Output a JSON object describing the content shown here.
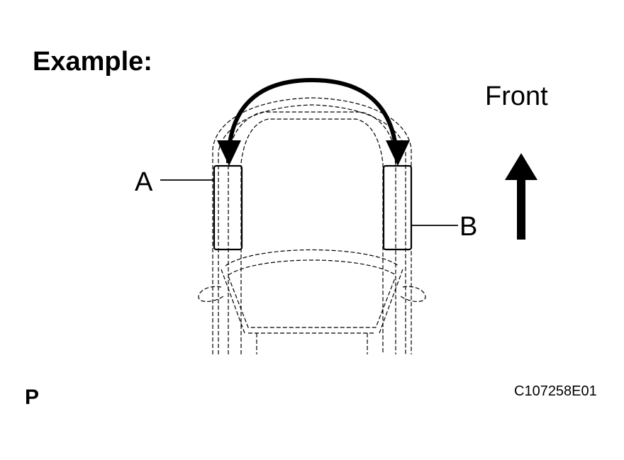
{
  "heading": "Example:",
  "front_label": "Front",
  "callouts": {
    "a": "A",
    "b": "B"
  },
  "page_marker": "P",
  "figure_code": "C107258E01"
}
